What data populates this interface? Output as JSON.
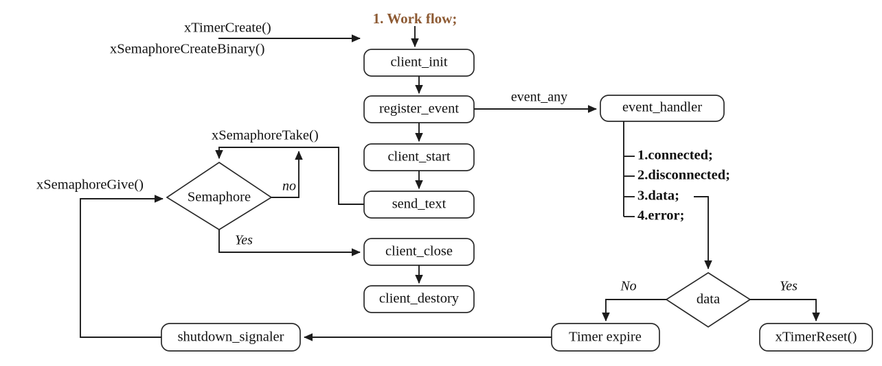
{
  "title": {
    "text": "1. Work flow;",
    "color": "#8d5a33"
  },
  "colors": {
    "stroke": "#1c1c1c",
    "box_stroke": "#2a2a2a",
    "text": "#111111",
    "background": "#ffffff",
    "title_accent": "#8d5a33"
  },
  "nodes": {
    "client_init": "client_init",
    "register_event": "register_event",
    "client_start": "client_start",
    "send_text": "send_text",
    "client_close": "client_close",
    "client_destory": "client_destory",
    "event_handler": "event_handler",
    "semaphore": "Semaphore",
    "data": "data",
    "timer_expire": "Timer expire",
    "xtimerreset": "xTimerReset()",
    "shutdown_signaler": "shutdown_signaler"
  },
  "calls": {
    "xTimerCreate": "xTimerCreate()",
    "xSemaphoreCreateBinary": "xSemaphoreCreateBinary()",
    "xSemaphoreTake": "xSemaphoreTake()",
    "xSemaphoreGive": "xSemaphoreGive()"
  },
  "edge_labels": {
    "event_any": "event_any",
    "semaphore_no": "no",
    "semaphore_yes": "Yes",
    "data_no": "No",
    "data_yes": "Yes"
  },
  "event_list": [
    "1.connected;",
    "2.disconnected;",
    "3.data;",
    "4.error;"
  ]
}
